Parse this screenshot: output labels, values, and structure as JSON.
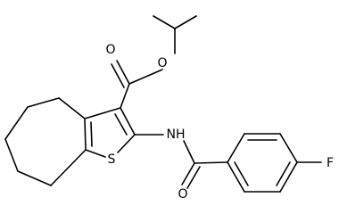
{
  "molecule": {
    "atoms": {
      "carbonyl_oxygen": "O",
      "ester_oxygen": "O",
      "amide_nitrogen": "NH",
      "thiophene_sulfur": "S",
      "amide_oxygen": "O",
      "fluorine": "F"
    }
  },
  "colors": {
    "bond": "#000000",
    "label": "#000000",
    "background": "#ffffff"
  }
}
